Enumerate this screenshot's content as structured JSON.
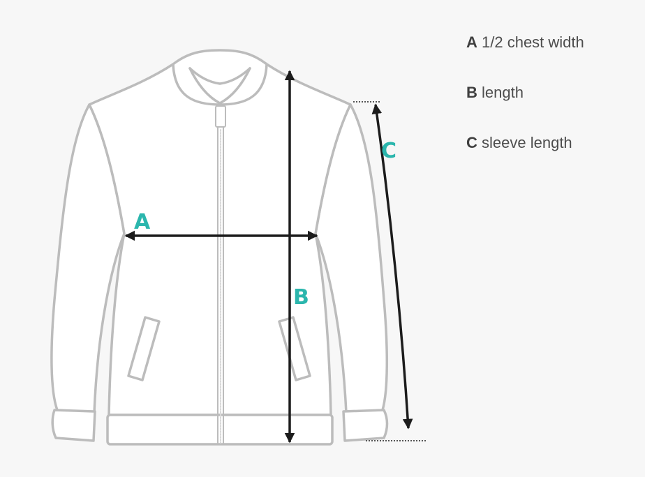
{
  "colors": {
    "background": "#f7f7f7",
    "outline": "#bcbcbc",
    "fill": "#ffffff",
    "arrow": "#1c1c1c",
    "accent": "#2bb6ad",
    "legend_text": "#4d4d4d"
  },
  "markers": {
    "a": "A",
    "b": "B",
    "c": "C"
  },
  "legend": [
    {
      "key": "A",
      "label": "1/2 chest width"
    },
    {
      "key": "B",
      "label": "length"
    },
    {
      "key": "C",
      "label": "sleeve length"
    }
  ],
  "icon": "bomber-jacket-icon"
}
